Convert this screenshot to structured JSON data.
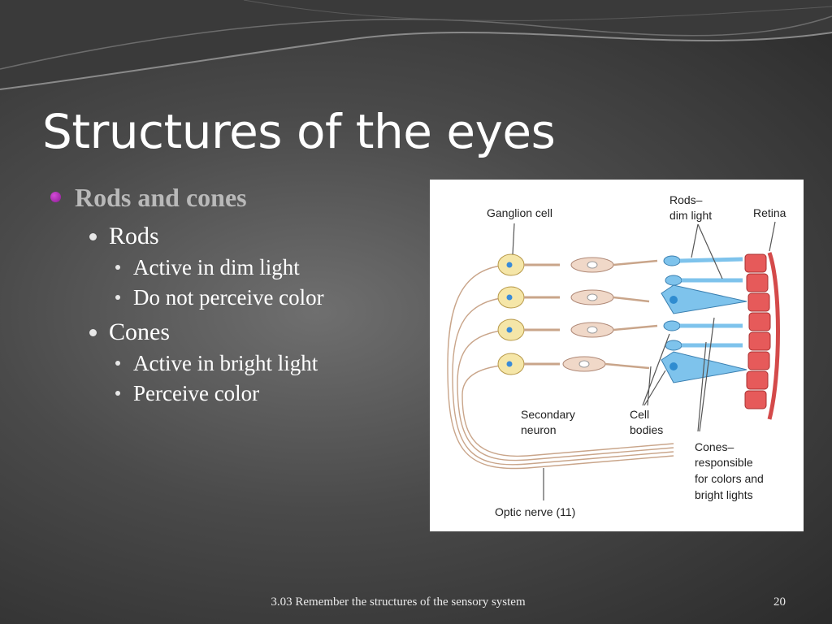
{
  "slide": {
    "title": "Structures of the eyes",
    "bullets": {
      "level1": "Rods and cones",
      "rods": {
        "label": "Rods",
        "items": [
          "Active in dim light",
          "Do not perceive color"
        ]
      },
      "cones": {
        "label": "Cones",
        "items": [
          "Active in bright light",
          "Perceive color"
        ]
      }
    },
    "accent_color": "#8c1c93"
  },
  "figure": {
    "labels": {
      "ganglion": "Ganglion cell",
      "rods_line1": "Rods–",
      "rods_line2": "dim light",
      "retina": "Retina",
      "secondary_line1": "Secondary",
      "secondary_line2": "neuron",
      "cell_line1": "Cell",
      "cell_line2": "bodies",
      "cones_line1": "Cones–",
      "cones_line2": "responsible",
      "cones_line3": "for colors and",
      "cones_line4": "bright lights",
      "optic": "Optic nerve (11)"
    }
  },
  "footer": {
    "text": "3.03 Remember the structures of the sensory system",
    "page": "20"
  }
}
